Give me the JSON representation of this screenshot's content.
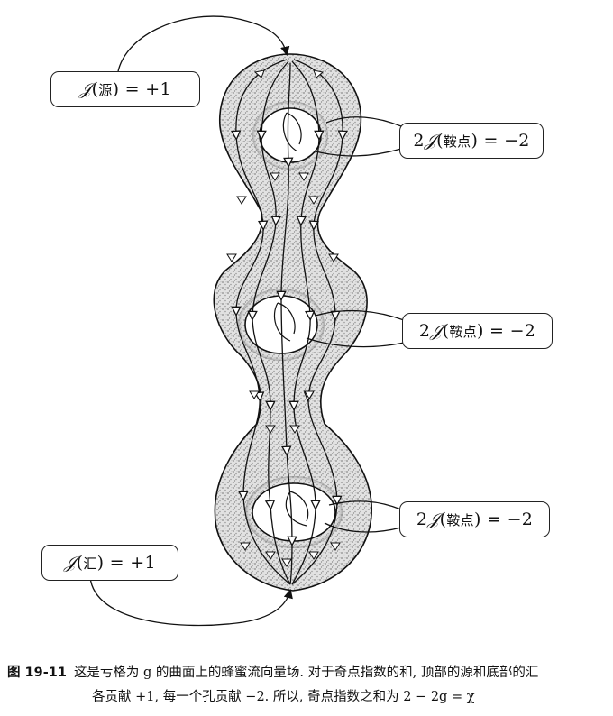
{
  "labels": {
    "source": {
      "prefix": "",
      "func": "𝒥",
      "open": "(",
      "word": "源",
      "close": ")",
      "rhs": "= +1"
    },
    "saddle_top": {
      "prefix": "2",
      "func": "𝒥",
      "open": "(",
      "word": "鞍点",
      "close": ")",
      "rhs": "= −2"
    },
    "saddle_mid": {
      "prefix": "2",
      "func": "𝒥",
      "open": "(",
      "word": "鞍点",
      "close": ")",
      "rhs": "= −2"
    },
    "saddle_bot": {
      "prefix": "2",
      "func": "𝒥",
      "open": "(",
      "word": "鞍点",
      "close": ")",
      "rhs": "= −2"
    },
    "sink": {
      "prefix": "",
      "func": "𝒥",
      "open": "(",
      "word": "汇",
      "close": ")",
      "rhs": "= +1"
    }
  },
  "caption": {
    "figure_number": "图 19-11",
    "line1": "这是亏格为 g 的曲面上的蜂蜜流向量场. 对于奇点指数的和, 顶部的源和底部的汇",
    "line2": "各贡献 +1, 每一个孔贡献 −2. 所以, 奇点指数之和为 2 − 2g = χ"
  },
  "colors": {
    "ink": "#111111",
    "stipple": "#9a9a9a",
    "paper": "#ffffff"
  }
}
